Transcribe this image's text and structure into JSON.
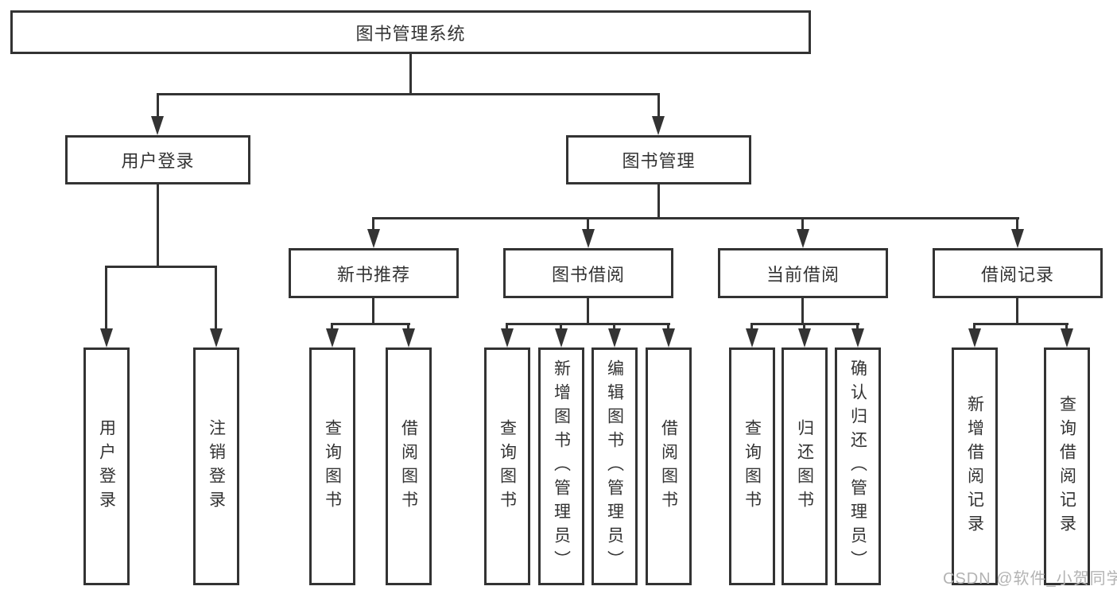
{
  "diagram": {
    "title": "图书管理系统",
    "colors": {
      "line": "#333333",
      "text": "#333333",
      "box_fill": "#ffffff",
      "watermark": "#b3b3b3",
      "background": "#ffffff"
    },
    "tree": {
      "root": "图书管理系统",
      "branches": [
        {
          "label": "用户登录",
          "children": [
            "用户登录",
            "注销登录"
          ]
        },
        {
          "label": "图书管理",
          "groups": [
            {
              "label": "新书推荐",
              "children": [
                "查询图书",
                "借阅图书"
              ]
            },
            {
              "label": "图书借阅",
              "children": [
                "查询图书",
                "新增图书（管理员）",
                "编辑图书（管理员）",
                "借阅图书"
              ]
            },
            {
              "label": "当前借阅",
              "children": [
                "查询图书",
                "归还图书",
                "确认归还（管理员）"
              ]
            },
            {
              "label": "借阅记录",
              "children": [
                "新增借阅记录",
                "查询借阅记录"
              ]
            }
          ]
        }
      ]
    },
    "watermark": {
      "text": "CSDN @软件_小贺同学"
    }
  }
}
